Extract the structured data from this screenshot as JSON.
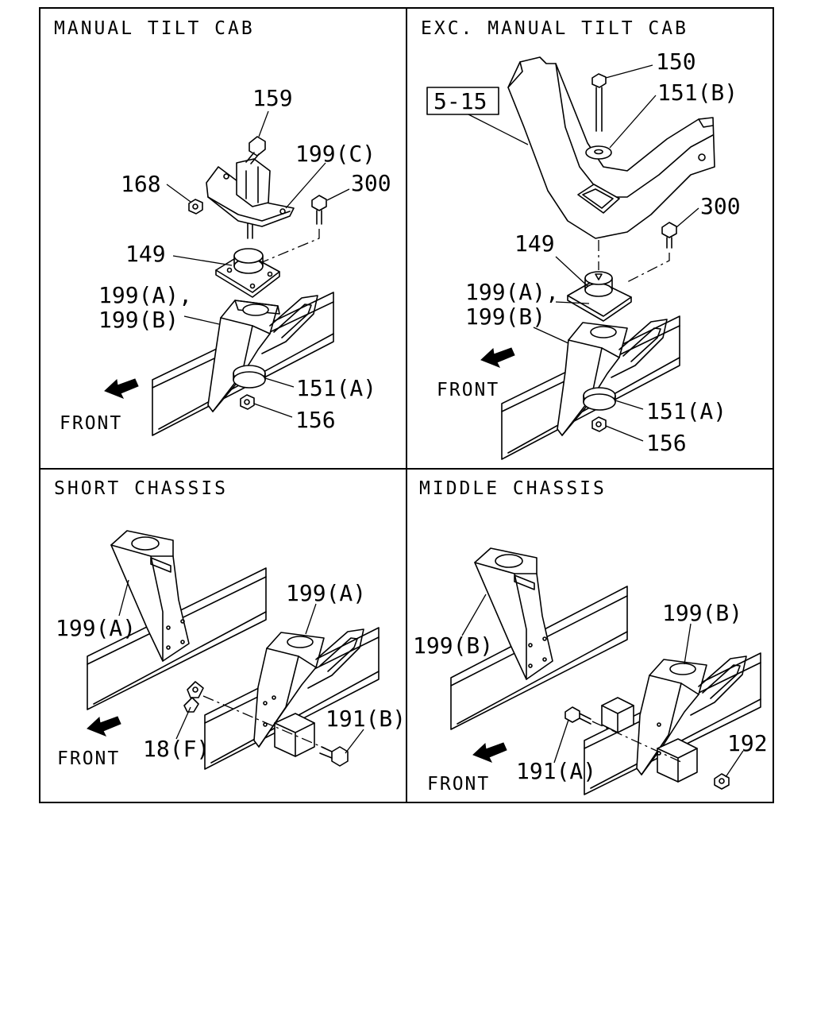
{
  "panels": {
    "manual_tilt_cab": {
      "title": "MANUAL TILT CAB",
      "front": "FRONT",
      "callouts": {
        "c159": "159",
        "c168": "168",
        "c199c": "199(C)",
        "c300": "300",
        "c149": "149",
        "c199a": "199(A),",
        "c199b": "199(B)",
        "c151a": "151(A)",
        "c156": "156"
      }
    },
    "exc_manual_tilt_cab": {
      "title": "EXC. MANUAL TILT CAB",
      "ref_box": "5-15",
      "front": "FRONT",
      "callouts": {
        "c150": "150",
        "c151b": "151(B)",
        "c300": "300",
        "c149": "149",
        "c199a": "199(A),",
        "c199b": "199(B)",
        "c151a": "151(A)",
        "c156": "156"
      }
    },
    "short_chassis": {
      "title": "SHORT CHASSIS",
      "front": "FRONT",
      "callouts": {
        "c199a_left": "199(A)",
        "c199a_right": "199(A)",
        "c18f": "18(F)",
        "c191b": "191(B)"
      }
    },
    "middle_chassis": {
      "title": "MIDDLE CHASSIS",
      "front": "FRONT",
      "callouts": {
        "c199b_left": "199(B)",
        "c199b_right": "199(B)",
        "c191a": "191(A)",
        "c192": "192"
      }
    }
  },
  "icons": {
    "front_arrow": "front-arrow-icon"
  }
}
